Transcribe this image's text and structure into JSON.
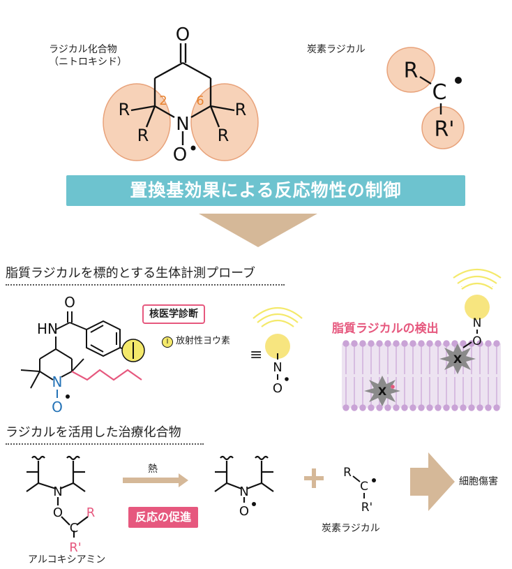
{
  "top": {
    "nitroxide_label": "ラジカル化合物",
    "nitroxide_sub": "（ニトロキシド）",
    "carbon_label": "炭素ラジカル",
    "pos2": "2",
    "pos6": "6"
  },
  "banner": "置換基効果による反応物性の制御",
  "probe": {
    "title": "脂質ラジカルを標的とする生体計測プローブ",
    "diagnosis_box": "核医学診断",
    "radio_icon": "I",
    "radio_label": "放射性ヨウ素",
    "equiv": "≡",
    "lipid_detect": "脂質ラジカルの検出"
  },
  "therapy": {
    "title": "ラジカルを活用した治療化合物",
    "heat": "熱",
    "promote": "反応の促進",
    "carbon_label": "炭素ラジカル",
    "damage": "細胞傷害",
    "alkoxyamine": "アルコキシアミン"
  },
  "colors": {
    "banner": "#6dc3cf",
    "accent_pink": "#e6587e",
    "arrow_tan": "#d5b898",
    "highlight_peach": "#f7d2b8",
    "iodine_yellow": "#f4e96b",
    "membrane_purple": "#c9a3d6"
  }
}
